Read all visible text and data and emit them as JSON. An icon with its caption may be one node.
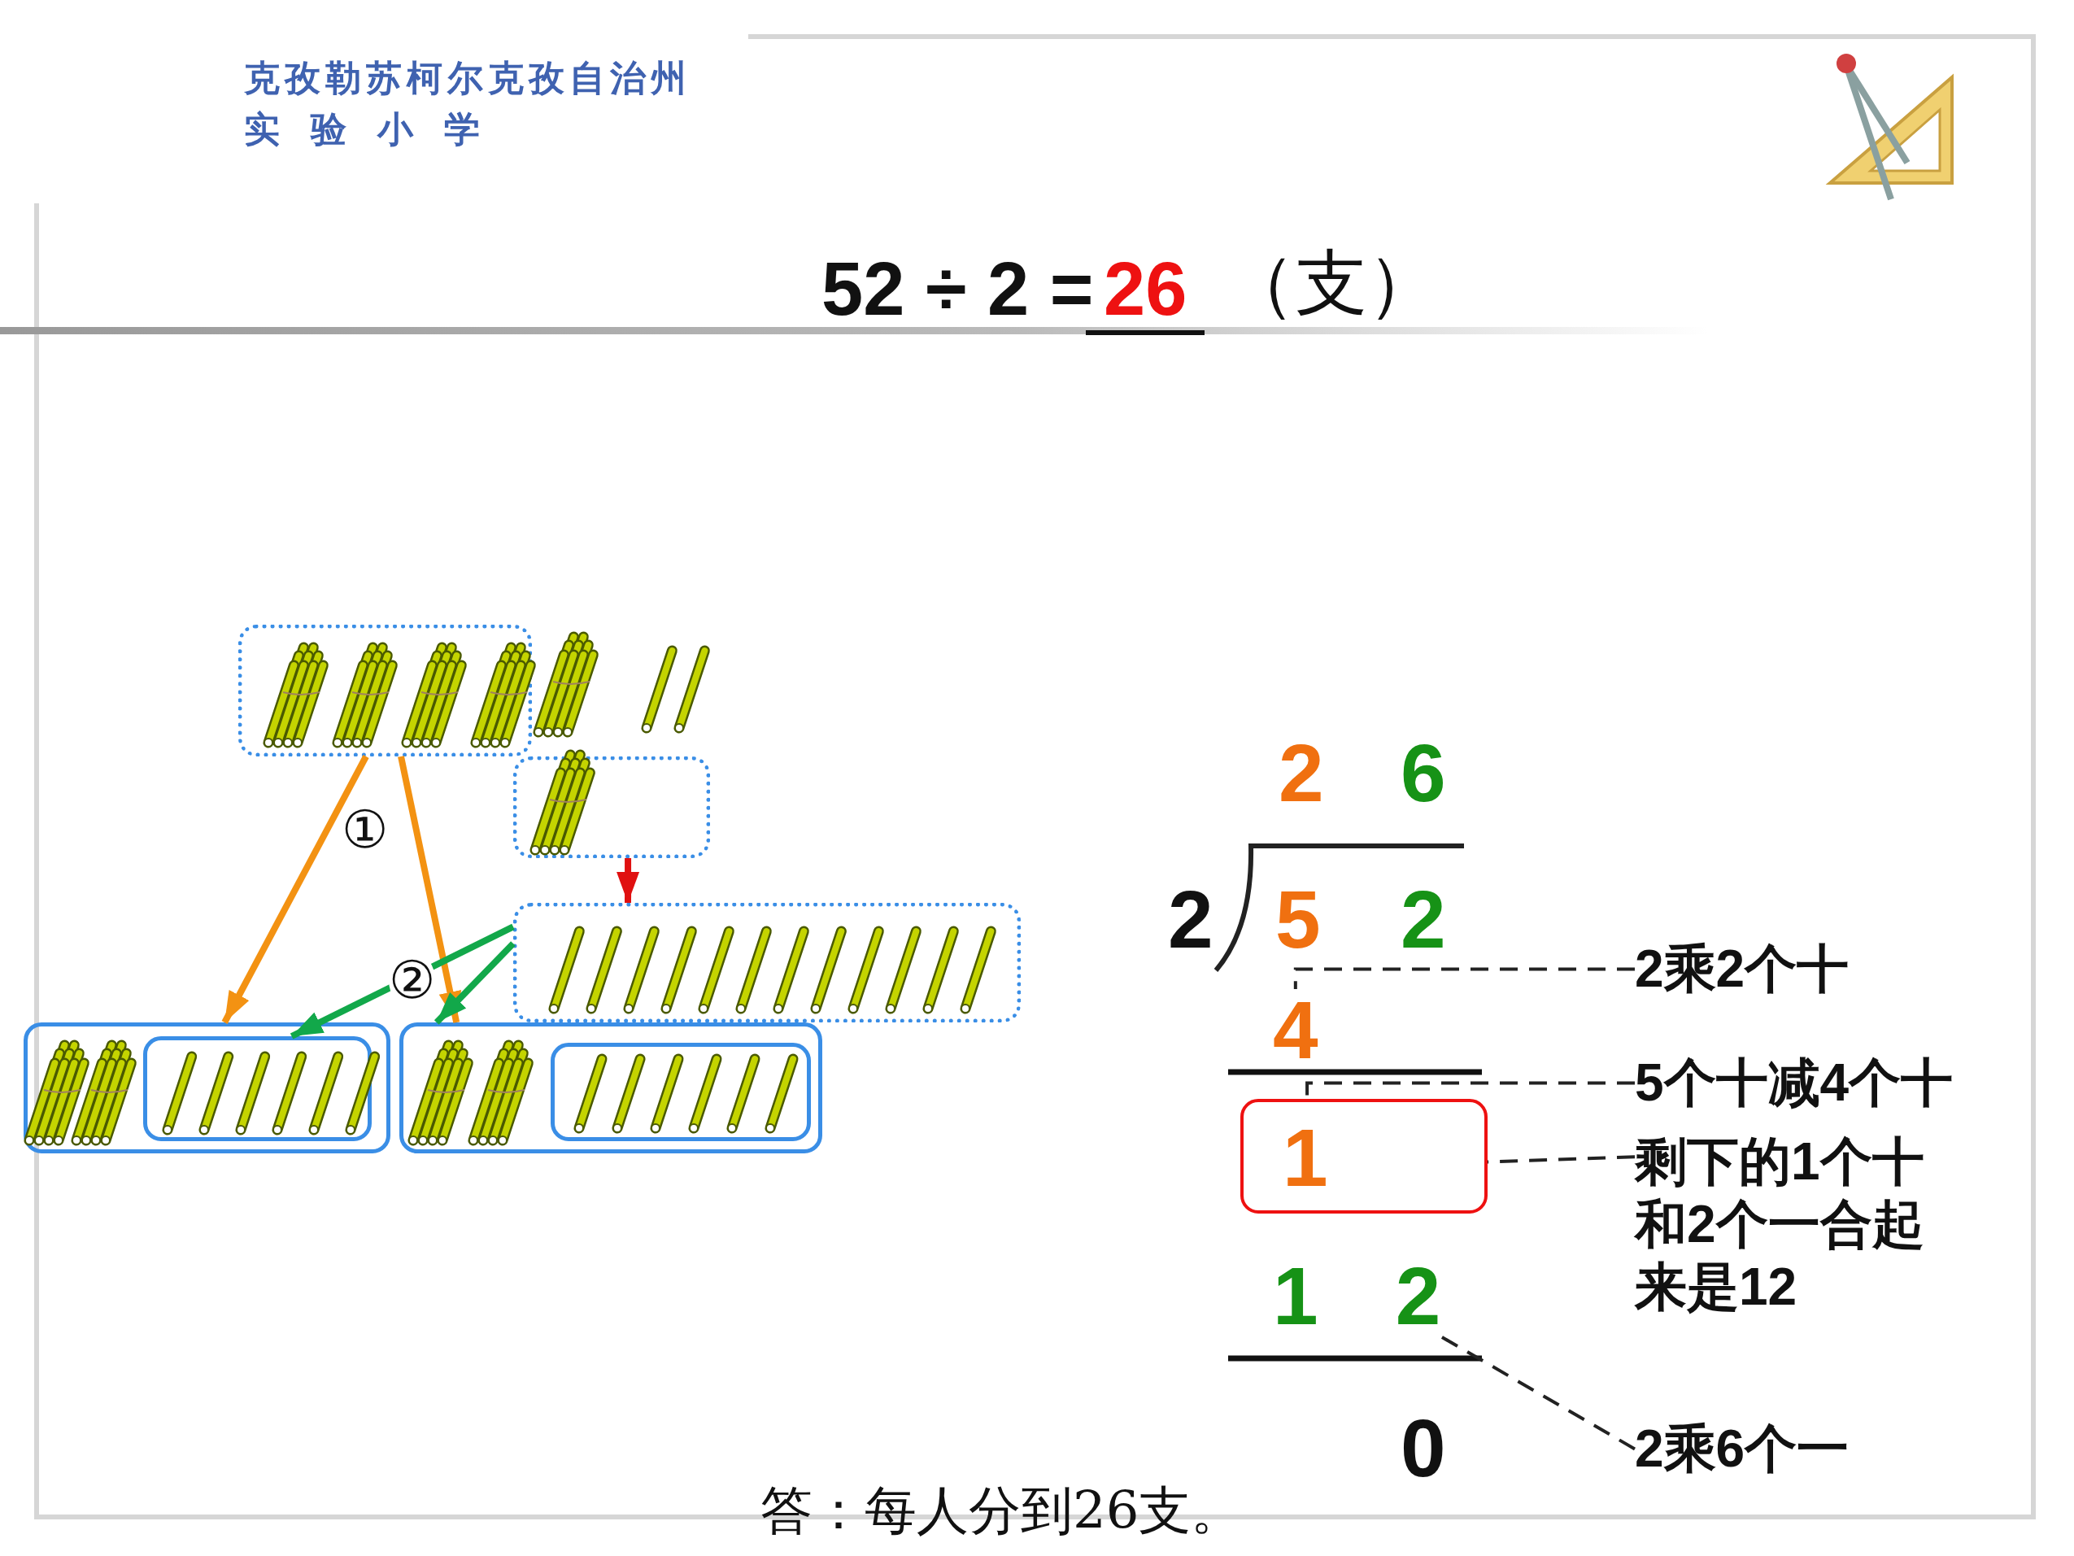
{
  "diagram": {
    "nodes": [
      {
        "text": [],
        "shape": "picture"
      },
      {
        "text": [],
        "shape": "picture"
      },
      {
        "text": [],
        "shape": "picture"
      },
      {
        "text": [],
        "shape": "picture"
      },
      {
        "text": [],
        "shape": "picture",
        "in": 3
      },
      {
        "text": [],
        "shape": "picture"
      },
      {
        "text": [],
        "shape": "picture",
        "in": 5
      },
      {
        "text": [
          "4"
        ]
      },
      {
        "text": [
          "1"
        ]
      },
      {
        "text": [
          "1",
          "2"
        ]
      },
      {
        "text": [
          "2乘2个十"
        ]
      },
      {
        "text": [
          "5个十减4个十"
        ]
      },
      {
        "text": [
          "剩下的1个十和2个一合起来是12"
        ]
      },
      {
        "text": [
          "2乘6个一"
        ]
      }
    ],
    "edges": [
      {
        "from": 0,
        "to": 3,
        "arrow": "to",
        "color": "#f39212"
      },
      {
        "from": 0,
        "to": 5,
        "arrow": "to",
        "color": "#f39212"
      },
      {
        "from": 2,
        "to": 4,
        "arrow": "to",
        "color": "#12a84a"
      },
      {
        "from": 2,
        "to": 5,
        "arrow": "to",
        "color": "#12a84a"
      },
      {
        "from": 1,
        "to": 2,
        "arrow": "to",
        "color": "#e01010"
      },
      {
        "from": 10,
        "to": 7,
        "arrow": "none",
        "style": "dashed"
      },
      {
        "from": 11,
        "to": 8,
        "arrow": "none",
        "style": "dashed"
      },
      {
        "from": 12,
        "to": 8,
        "arrow": "none",
        "style": "dashed"
      },
      {
        "from": 13,
        "to": 9,
        "arrow": "none",
        "style": "dashed"
      }
    ],
    "labels": [
      "克孜勒苏柯尔克孜自治州",
      "实验小学",
      "52 ÷ 2 =",
      "26",
      "（支）",
      "①",
      "②",
      "2",
      "6",
      "2",
      "5",
      "2",
      "0",
      "答：每人分到26支。"
    ]
  }
}
